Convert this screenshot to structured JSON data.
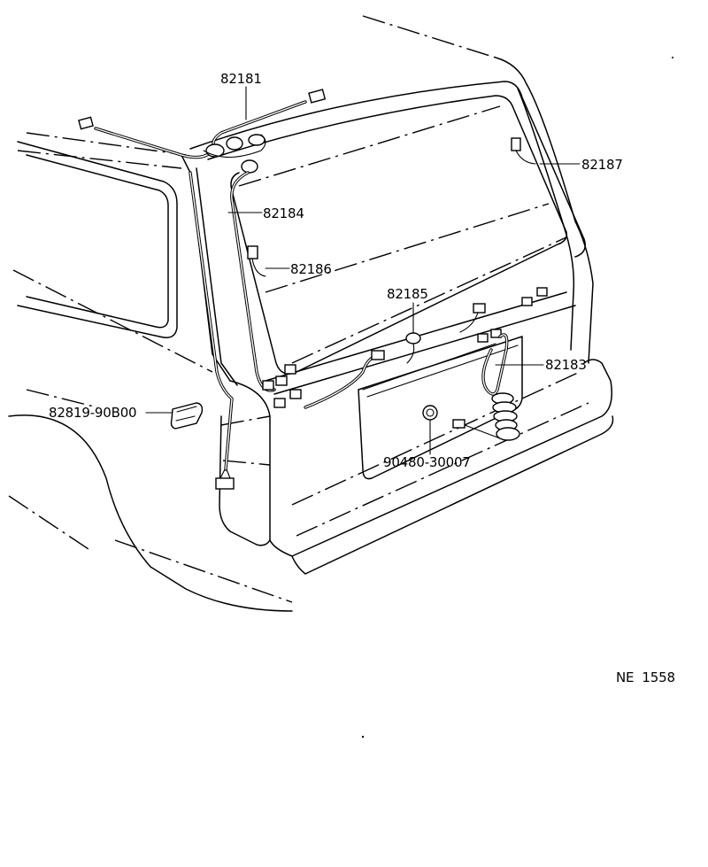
{
  "diagram": {
    "callouts": [
      {
        "id": "c1",
        "text": "82181"
      },
      {
        "id": "c2",
        "text": "82187"
      },
      {
        "id": "c3",
        "text": "82184"
      },
      {
        "id": "c4",
        "text": "82186"
      },
      {
        "id": "c5",
        "text": "82185"
      },
      {
        "id": "c6",
        "text": "82183"
      },
      {
        "id": "c7",
        "text": "82819-90B00"
      },
      {
        "id": "c8",
        "text": "90480-30007"
      }
    ],
    "code": "NE  1558"
  }
}
